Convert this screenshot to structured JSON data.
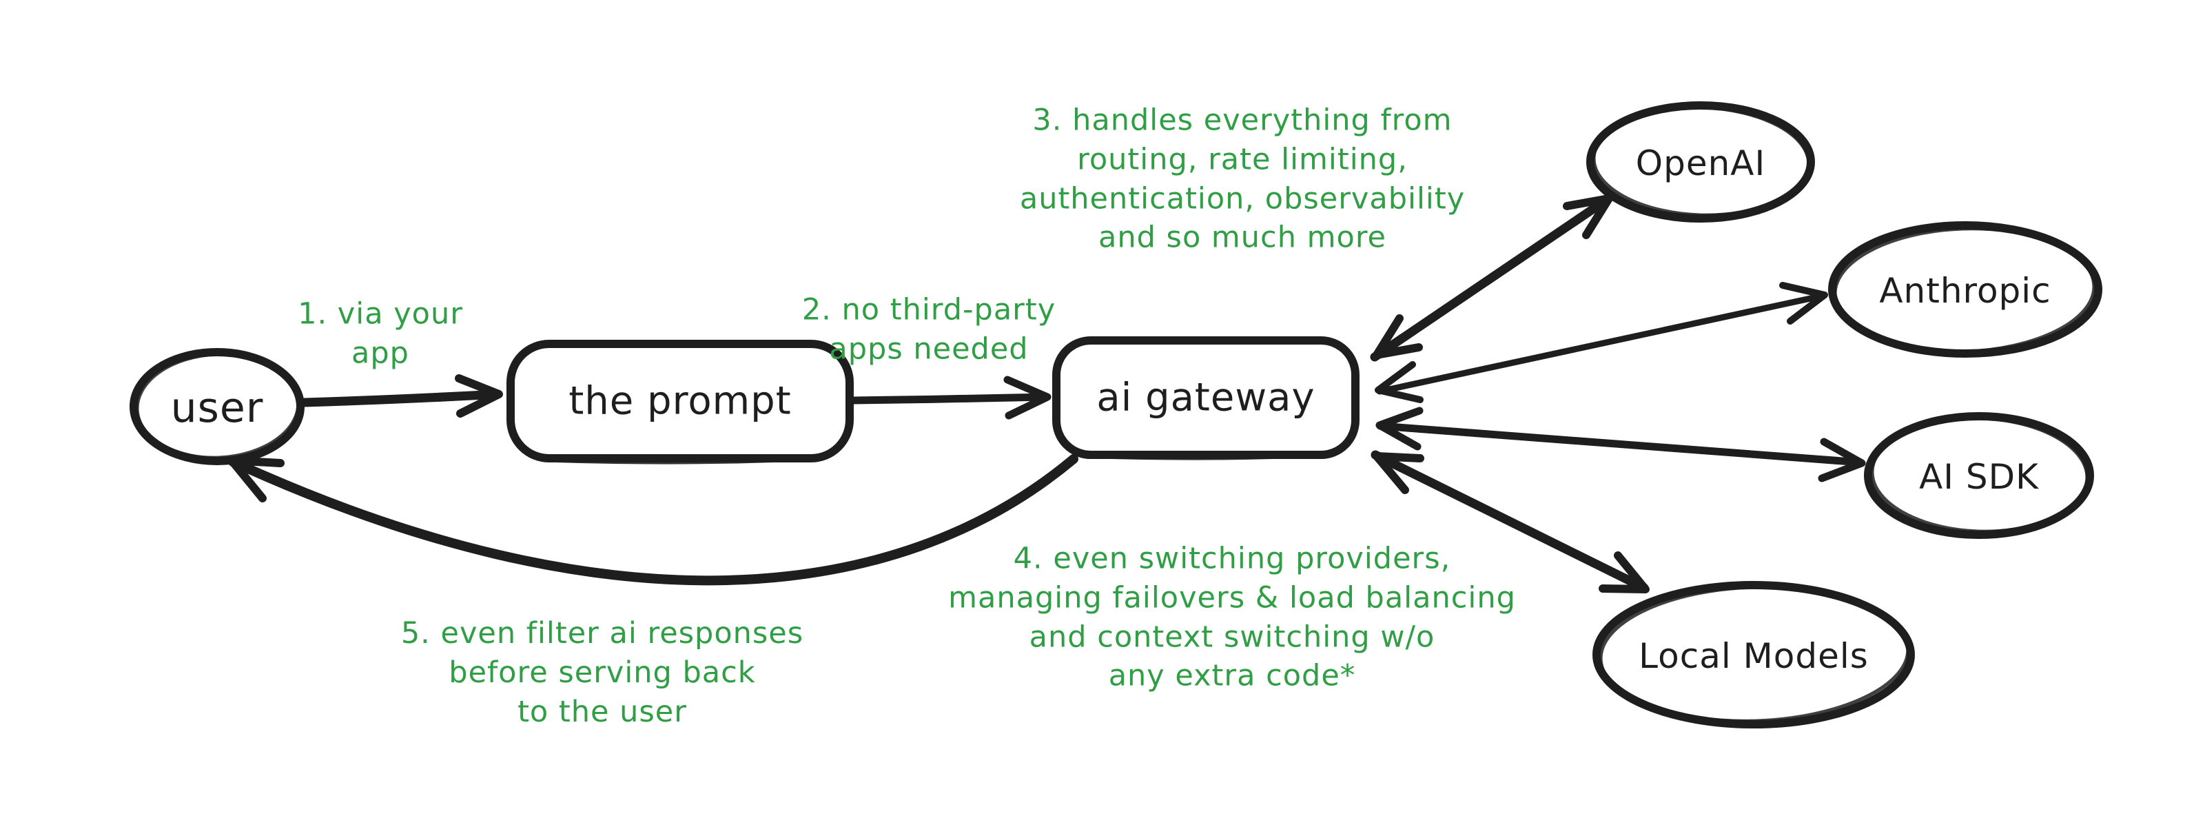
{
  "canvas": {
    "background_color": "#ffffff",
    "ink_color": "#1e1e1e",
    "accent_color": "#2f9e44"
  },
  "nodes": {
    "user": {
      "label": "user"
    },
    "prompt": {
      "label": "the prompt"
    },
    "gateway": {
      "label": "ai gateway"
    },
    "providers": [
      {
        "id": "openai",
        "label": "OpenAI"
      },
      {
        "id": "anthropic",
        "label": "Anthropic"
      },
      {
        "id": "ai-sdk",
        "label": "AI SDK"
      },
      {
        "id": "local-models",
        "label": "Local Models"
      }
    ]
  },
  "annotations": [
    {
      "id": "1",
      "text": "1. via your\napp"
    },
    {
      "id": "2",
      "text": "2. no third-party\napps needed"
    },
    {
      "id": "3",
      "text": "3. handles everything from\nrouting, rate limiting,\nauthentication, observability\nand so much more"
    },
    {
      "id": "4",
      "text": "4. even switching providers,\nmanaging failovers & load balancing\nand context switching w/o\nany extra code*"
    },
    {
      "id": "5",
      "text": "5. even filter ai responses\nbefore serving back\nto the user"
    }
  ]
}
